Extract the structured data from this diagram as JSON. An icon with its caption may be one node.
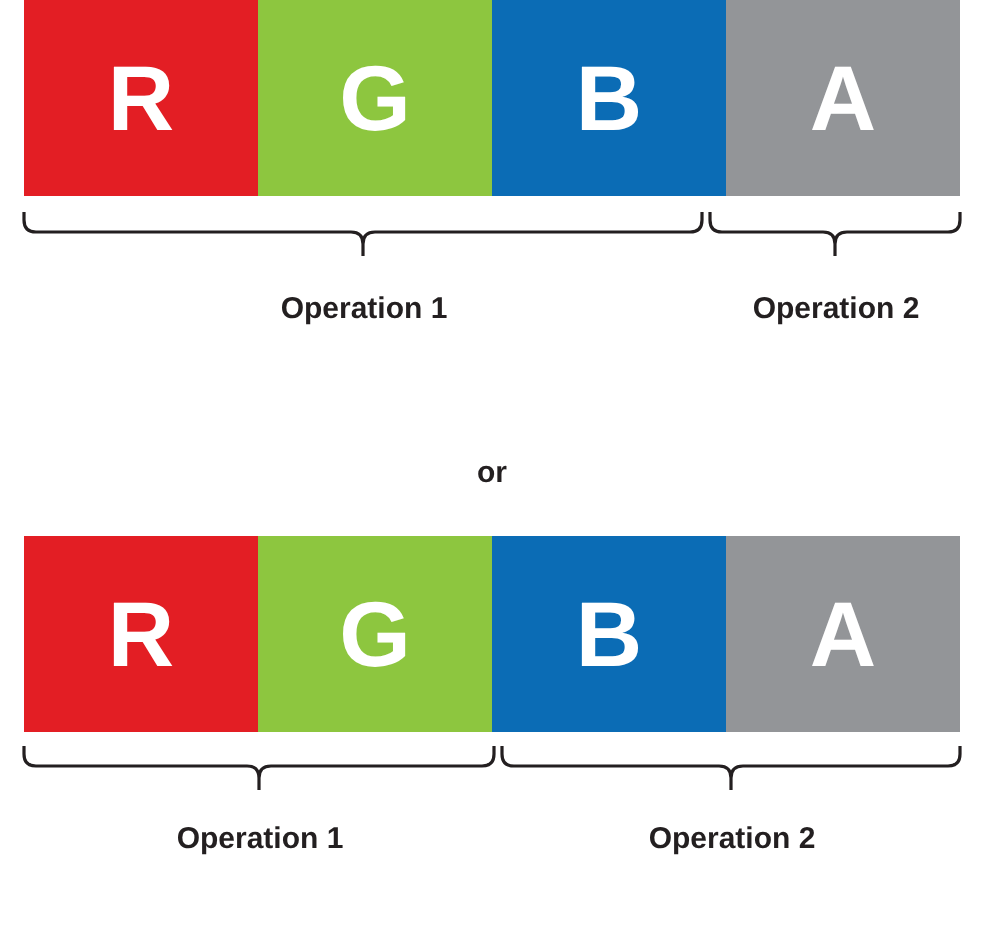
{
  "diagram": {
    "nodes": [
      {
        "text": [
          "R"
        ]
      },
      {
        "text": [
          "G"
        ]
      },
      {
        "text": [
          "B"
        ]
      },
      {
        "text": [
          "A"
        ]
      },
      {
        "text": [
          "R"
        ]
      },
      {
        "text": [
          "G"
        ]
      },
      {
        "text": [
          "B"
        ]
      },
      {
        "text": [
          "A"
        ]
      }
    ],
    "labels": [
      "Operation 1",
      "Operation 2",
      "or",
      "Operation 1",
      "Operation 2"
    ]
  }
}
